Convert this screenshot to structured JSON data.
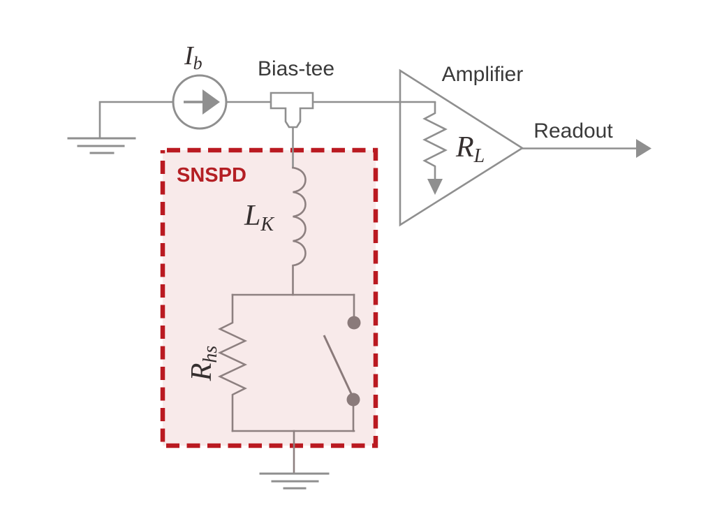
{
  "diagram": {
    "title": "SNSPD bias and readout circuit schematic",
    "labels": {
      "bias_tee": "Bias-tee",
      "amplifier": "Amplifier",
      "readout": "Readout",
      "snspd_box": "SNSPD",
      "bias_current": {
        "main": "I",
        "sub": "b"
      },
      "kinetic_inductance": {
        "main": "L",
        "sub": "K"
      },
      "load_resistor": {
        "main": "R",
        "sub": "L"
      },
      "hotspot_resistor": {
        "main": "R",
        "sub": "hs"
      }
    },
    "colors": {
      "background": "#ffffff",
      "wire": "#8f8f8f",
      "component": "#8d8080",
      "switch": "#8a7a7a",
      "label_text": "#3a3a3a",
      "math_text": "#352f2f",
      "snspd_border": "#ba1a21",
      "snspd_fill": "#f8eaea",
      "snspd_text": "#b41f24"
    }
  }
}
